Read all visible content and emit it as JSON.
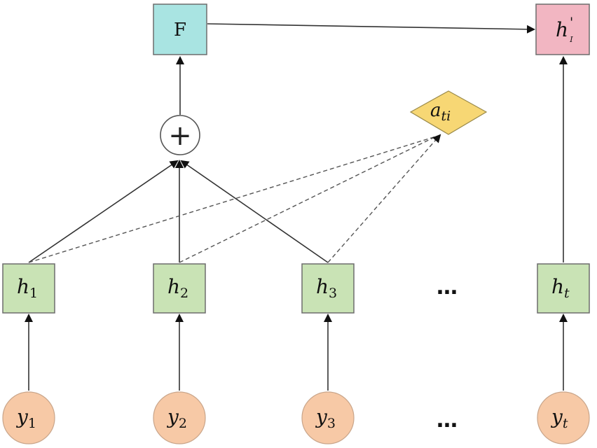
{
  "nodes": {
    "F": {
      "label": "F"
    },
    "h_prime": {
      "base": "h",
      "sup": "'",
      "sub": "I"
    },
    "a_ti": {
      "base": "a",
      "sub": "ti"
    },
    "plus": {
      "symbol": "+"
    },
    "h1": {
      "base": "h",
      "sub": "1"
    },
    "h2": {
      "base": "h",
      "sub": "2"
    },
    "h3": {
      "base": "h",
      "sub": "3"
    },
    "ht": {
      "base": "h",
      "sub": "t"
    },
    "y1": {
      "base": "y",
      "sub": "1"
    },
    "y2": {
      "base": "y",
      "sub": "2"
    },
    "y3": {
      "base": "y",
      "sub": "3"
    },
    "yt": {
      "base": "y",
      "sub": "t"
    }
  },
  "ellipsis": {
    "mid": "…",
    "bottom": "…"
  },
  "colors": {
    "hidden_box": "#c9e3b5",
    "f_box": "#a9e4e2",
    "output_box": "#f2b6c2",
    "input_circle": "#f7c9a6",
    "attention_diamond": "#f7d774"
  }
}
